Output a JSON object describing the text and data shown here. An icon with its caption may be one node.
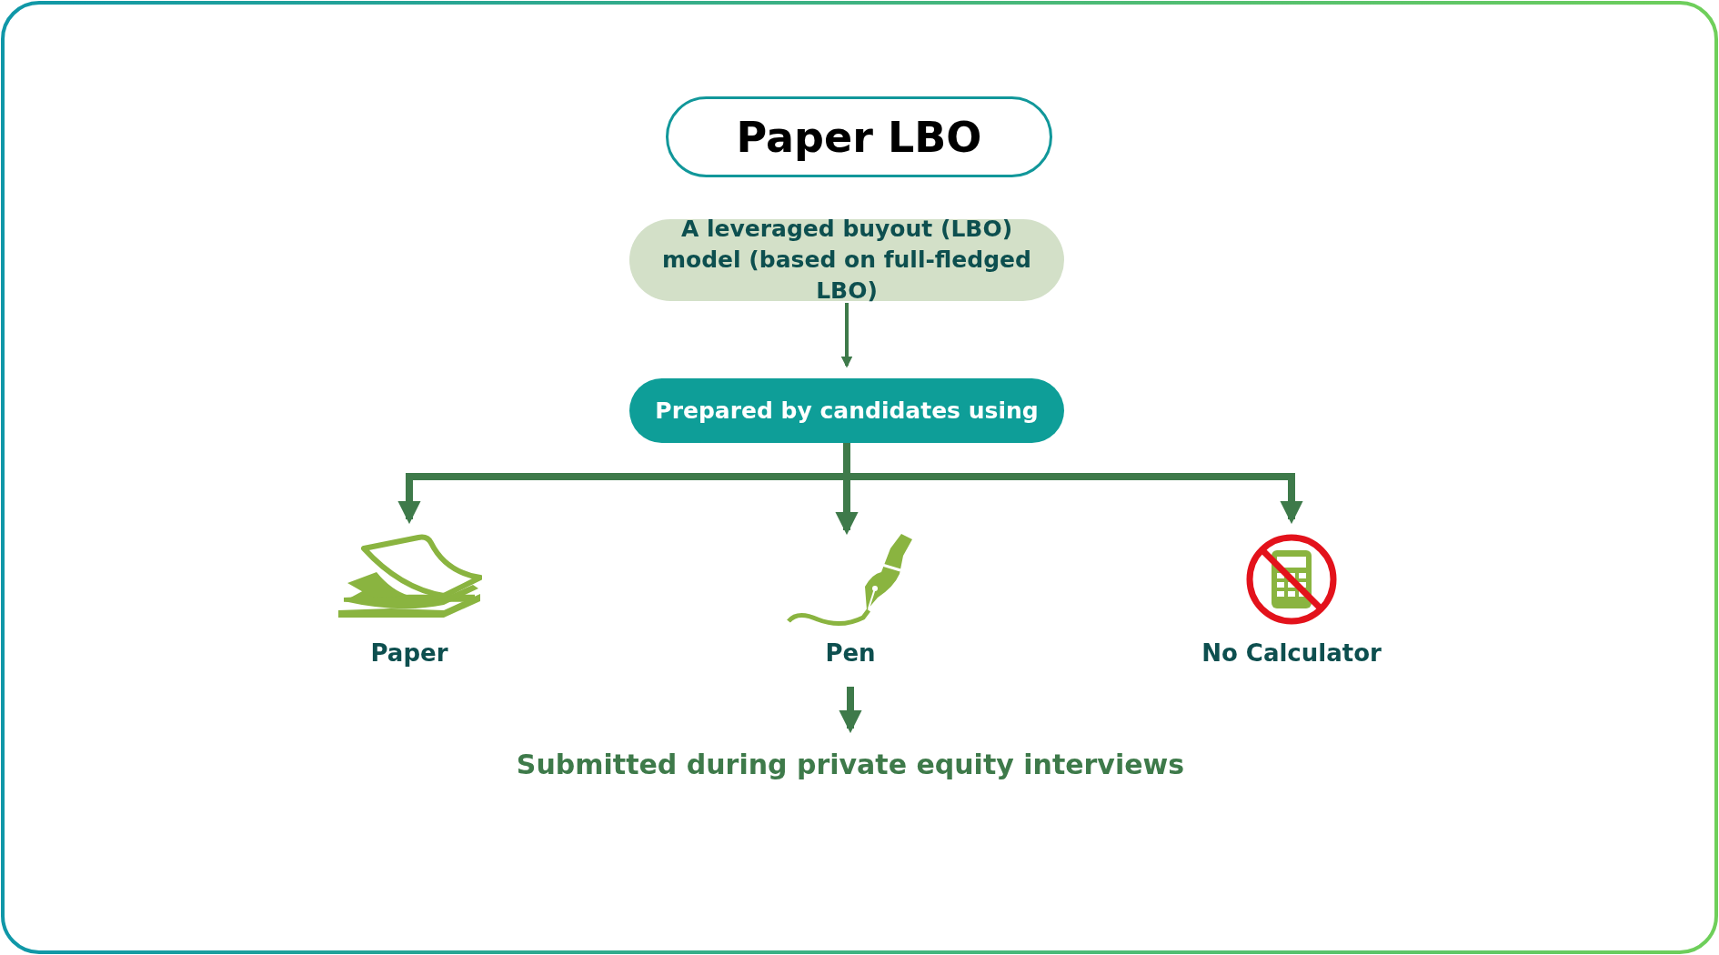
{
  "diagram": {
    "nodes": [
      {
        "text": [
          "Paper LBO"
        ]
      },
      {
        "text": [
          "A leveraged buyout (LBO) model (based on full-fledged LBO)"
        ]
      },
      {
        "text": [
          "Prepared by candidates using"
        ]
      },
      {
        "text": [
          "Paper"
        ]
      },
      {
        "text": [
          "Pen"
        ]
      },
      {
        "text": [
          "No Calculator"
        ]
      },
      {
        "text": [
          "Submitted during private equity interviews"
        ]
      }
    ],
    "edges": [
      {
        "from": 1,
        "to": 2,
        "arrow": "to"
      },
      {
        "from": 2,
        "to": 3,
        "arrow": "to"
      },
      {
        "from": 2,
        "to": 4,
        "arrow": "to"
      },
      {
        "from": 2,
        "to": 5,
        "arrow": "to"
      },
      {
        "from": 4,
        "to": 6,
        "arrow": "to"
      }
    ]
  }
}
